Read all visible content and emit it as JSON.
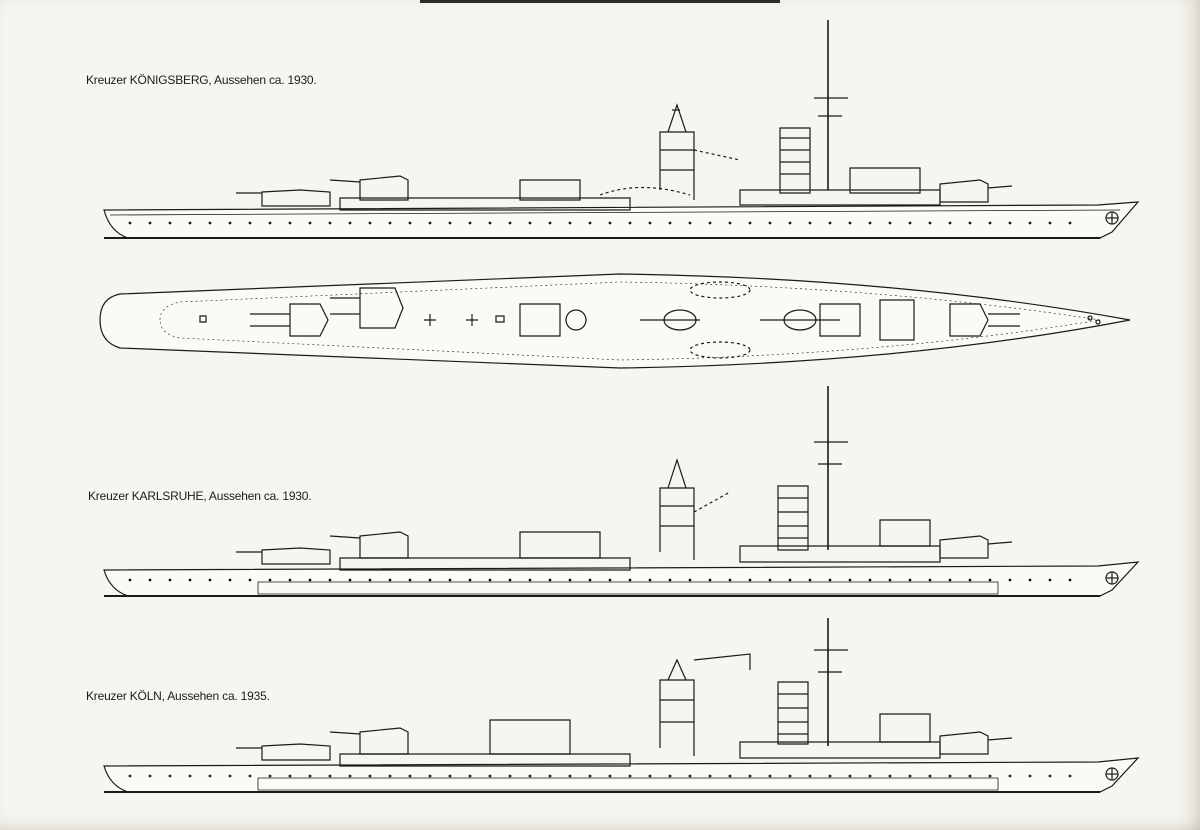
{
  "colors": {
    "paper": "#f6f5ef",
    "ink": "#1a1a1a"
  },
  "drawings": [
    {
      "caption": "Kreuzer KÖNIGSBERG, Aussehen ca. 1930.",
      "view": "side-elevation"
    },
    {
      "caption": "",
      "view": "deck-plan"
    },
    {
      "caption": "Kreuzer KARLSRUHE, Aussehen ca. 1930.",
      "view": "side-elevation"
    },
    {
      "caption": "Kreuzer KÖLN, Aussehen ca. 1935.",
      "view": "side-elevation"
    }
  ]
}
